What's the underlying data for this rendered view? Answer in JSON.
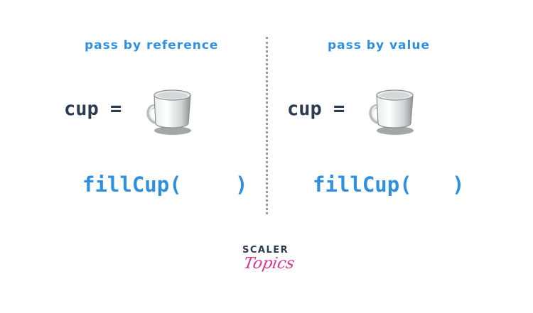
{
  "left": {
    "title": "pass by reference",
    "cup_label": "cup =",
    "fill_label": "fillCup(",
    "close_paren": ")"
  },
  "right": {
    "title": "pass by value",
    "cup_label": "cup =",
    "fill_label": "fillCup(",
    "close_paren": ")"
  },
  "logo": {
    "line1": "SCALER",
    "line2": "Topics",
    "colors": {
      "dark": "#2c3b4f",
      "accent": "#e0328a"
    }
  },
  "colors": {
    "title_blue": "#2f8fe0",
    "code_dark": "#2c3b4f",
    "divider": "#9a9a9a"
  },
  "icons": [
    "coffee-cup-icon"
  ]
}
